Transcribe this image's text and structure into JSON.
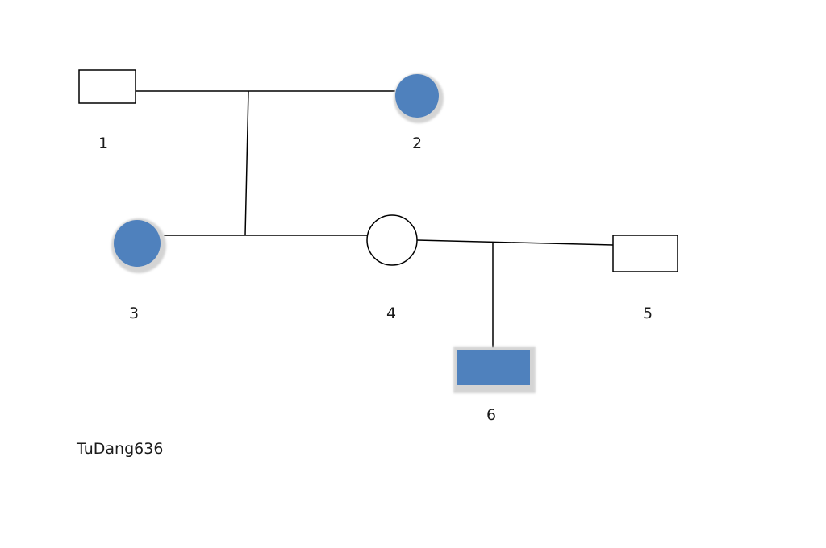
{
  "diagram": {
    "type": "pedigree",
    "colors": {
      "affected_fill": "#4f81bd",
      "halo": "#d9d9d9",
      "line": "#000000",
      "unaffected_fill": "#ffffff"
    },
    "individuals": [
      {
        "id": "1",
        "label": "1",
        "sex": "male",
        "affected": false
      },
      {
        "id": "2",
        "label": "2",
        "sex": "female",
        "affected": true
      },
      {
        "id": "3",
        "label": "3",
        "sex": "female",
        "affected": true
      },
      {
        "id": "4",
        "label": "4",
        "sex": "female",
        "affected": false
      },
      {
        "id": "5",
        "label": "5",
        "sex": "male",
        "affected": false
      },
      {
        "id": "6",
        "label": "6",
        "sex": "male",
        "affected": true
      }
    ],
    "unions": [
      {
        "partners": [
          "1",
          "2"
        ],
        "children": [
          "3"
        ]
      },
      {
        "partners": [
          "4",
          "5"
        ],
        "children": [
          "6"
        ]
      }
    ],
    "links": [
      {
        "from": "3",
        "to": "4",
        "kind": "sibling-line"
      }
    ],
    "watermark": "TuDang636"
  }
}
